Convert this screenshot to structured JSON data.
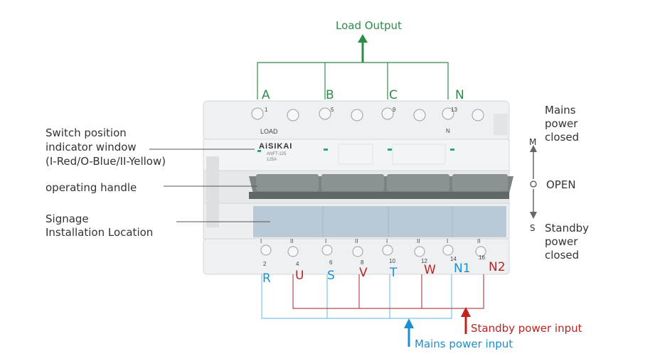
{
  "title": "Load Output",
  "brand": "AiSIKAI",
  "device_texts": {
    "load": "LOAD",
    "model": "ANFT-125",
    "rating": "125A"
  },
  "top_phases": [
    "A",
    "B",
    "C",
    "N"
  ],
  "top_terminal_numbers": [
    "1",
    "5",
    "9",
    "13"
  ],
  "top_terminal_n": "N",
  "bottom_terminal_numbers": [
    "2",
    "4",
    "6",
    "8",
    "10",
    "12",
    "14",
    "16"
  ],
  "bottom_position_marks": [
    "I",
    "II",
    "I",
    "II",
    "I",
    "II",
    "I",
    "II"
  ],
  "mains_phases": [
    "R",
    "S",
    "T",
    "N1"
  ],
  "standby_phases": [
    "U",
    "V",
    "W",
    "N2"
  ],
  "labels": {
    "indicator_window": [
      "Switch position",
      "indicator window",
      "(I-Red/O-Blue/II-Yellow)"
    ],
    "operating_handle": "operating handle",
    "signage": [
      "Signage",
      "Installation Location"
    ],
    "mains_power_closed": [
      "Mains",
      "power",
      "closed"
    ],
    "open": "OPEN",
    "standby_power_closed": [
      "Standby",
      "power",
      "closed"
    ],
    "mains_input": "Mains power input",
    "standby_input": "Standby power input"
  },
  "position_letters": {
    "m": "M",
    "o": "O",
    "s": "S"
  },
  "colors": {
    "load": "#2e8b4a",
    "mains": "#1b8fd0",
    "standby": "#c0221e",
    "handle": "#707878",
    "body": "#eaecef"
  }
}
